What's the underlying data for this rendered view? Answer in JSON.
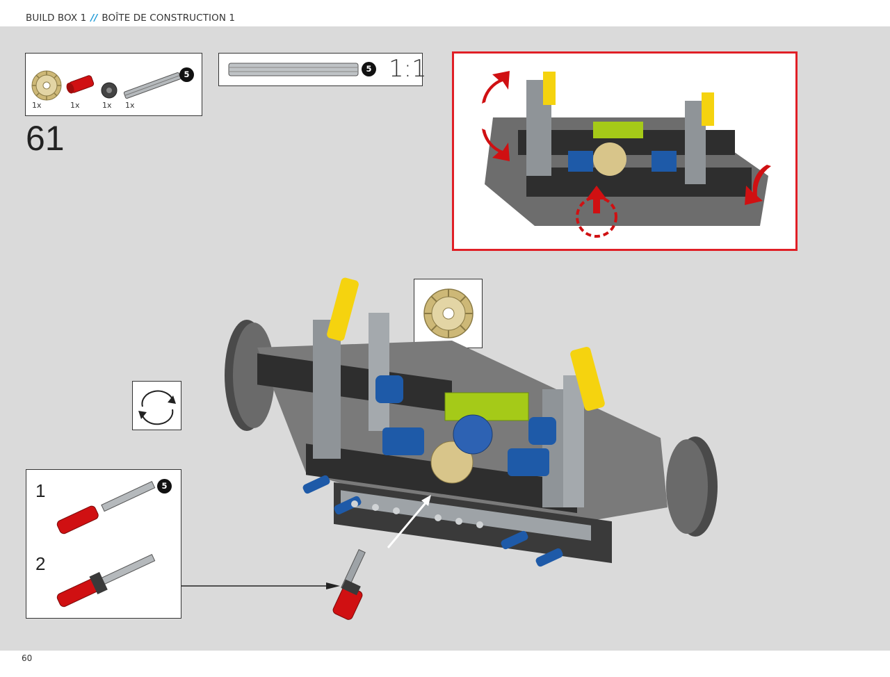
{
  "header": {
    "build_box": "BUILD BOX 1",
    "separator": "//",
    "build_box_fr": "BOÎTE DE CONSTRUCTION 1"
  },
  "parts_list": {
    "items": [
      {
        "icon": "tan-gear-20-tooth-icon",
        "qty": "1x"
      },
      {
        "icon": "red-axle-connector-icon",
        "qty": "1x"
      },
      {
        "icon": "dark-gray-gear-12-tooth-icon",
        "qty": "1x"
      },
      {
        "icon": "gray-axle-5-icon",
        "qty": "1x",
        "length": "5"
      }
    ]
  },
  "scale_check": {
    "length": "5",
    "ratio": "1:1"
  },
  "step_number": "61",
  "subassembly": {
    "steps": [
      {
        "number": "1",
        "length": "5"
      },
      {
        "number": "2"
      }
    ]
  },
  "page_number": "60",
  "colors": {
    "canvas": "#dadada",
    "highlight_frame": "#e01f26",
    "header_accent": "#1e9ad6",
    "lego_red": "#d01012",
    "lego_blue": "#1e5aa8",
    "lego_yellow": "#f5d30f",
    "lego_lime": "#a5ca18",
    "lego_tan": "#d8c58a",
    "lego_gray": "#a0a5a9",
    "lego_dark_gray": "#3a3a3a"
  }
}
